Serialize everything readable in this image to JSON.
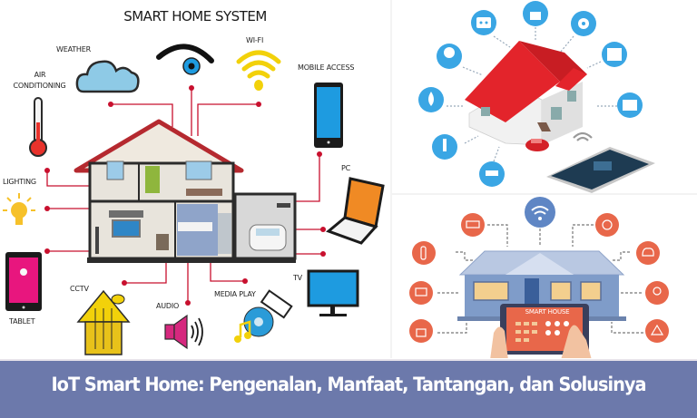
{
  "left_infographic": {
    "title": "SMART HOME SYSTEM",
    "labels": {
      "weather": "WEATHER",
      "wifi": "WI-FI",
      "air_conditioning_1": "AIR",
      "air_conditioning_2": "CONDITIONING",
      "mobile_access": "MOBILE ACCESS",
      "lighting": "LIGHTING",
      "pc": "PC",
      "tablet": "TABLET",
      "cctv": "CCTV",
      "audio": "AUDIO",
      "media_play": "MEDIA PLAY",
      "tv": "TV"
    },
    "colors": {
      "connector": "#c8102e",
      "roof": "#b5292f",
      "wifi": "#f2d10a",
      "cloud": "#8ecae6",
      "screen_blue": "#1e9be0",
      "tablet_pink": "#e8167e",
      "laptop_orange": "#f08a24"
    }
  },
  "top_right_illustration": {
    "icon_color": "#3aa6e4",
    "roof_color": "#e3242b",
    "icons": [
      "power-socket",
      "lock",
      "fan",
      "radiator",
      "garage",
      "thermometer",
      "cctv-camera",
      "water-drop",
      "light-bulb"
    ]
  },
  "bottom_right_illustration": {
    "tablet_label": "SMART HOUSE",
    "icon_color": "#e8674a",
    "wifi_color": "#5f86c4",
    "house_color": "#7f9cc9",
    "icons": [
      "wifi",
      "solar-panel",
      "smoke-detector",
      "thermostat",
      "cloud",
      "monitor",
      "light-bulb",
      "lock",
      "recycle"
    ]
  },
  "banner": {
    "text": "IoT Smart Home: Pengenalan, Manfaat, Tantangan, dan Solusinya",
    "background": "#6c79ab"
  }
}
